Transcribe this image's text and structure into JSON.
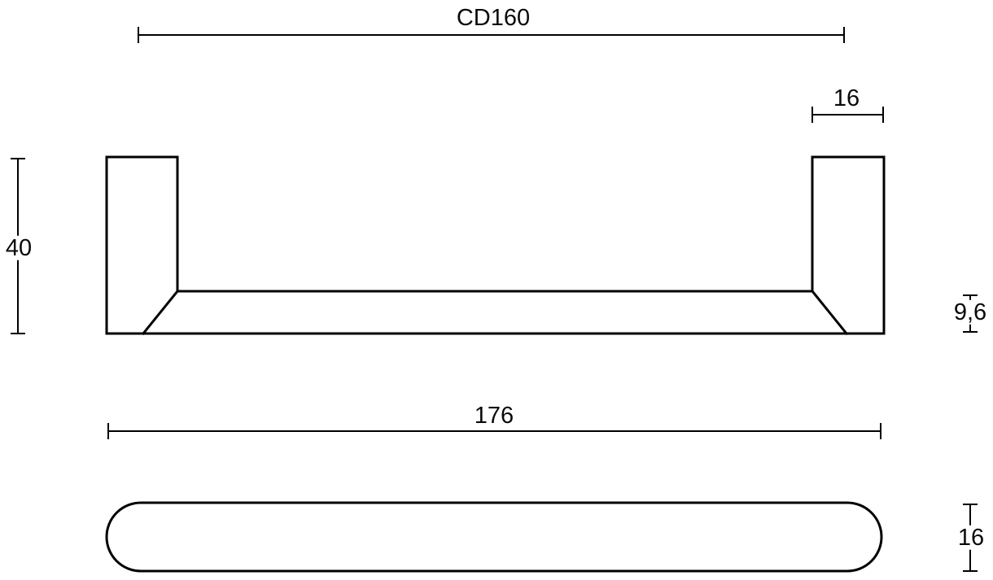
{
  "drawing": {
    "labels": {
      "center_distance": "CD160",
      "post_width": "16",
      "height": "40",
      "bar_thickness": "9,6",
      "overall_length": "176",
      "depth": "16"
    },
    "colors": {
      "line": "#000000",
      "text": "#0a0a0a",
      "background": "#ffffff"
    }
  }
}
